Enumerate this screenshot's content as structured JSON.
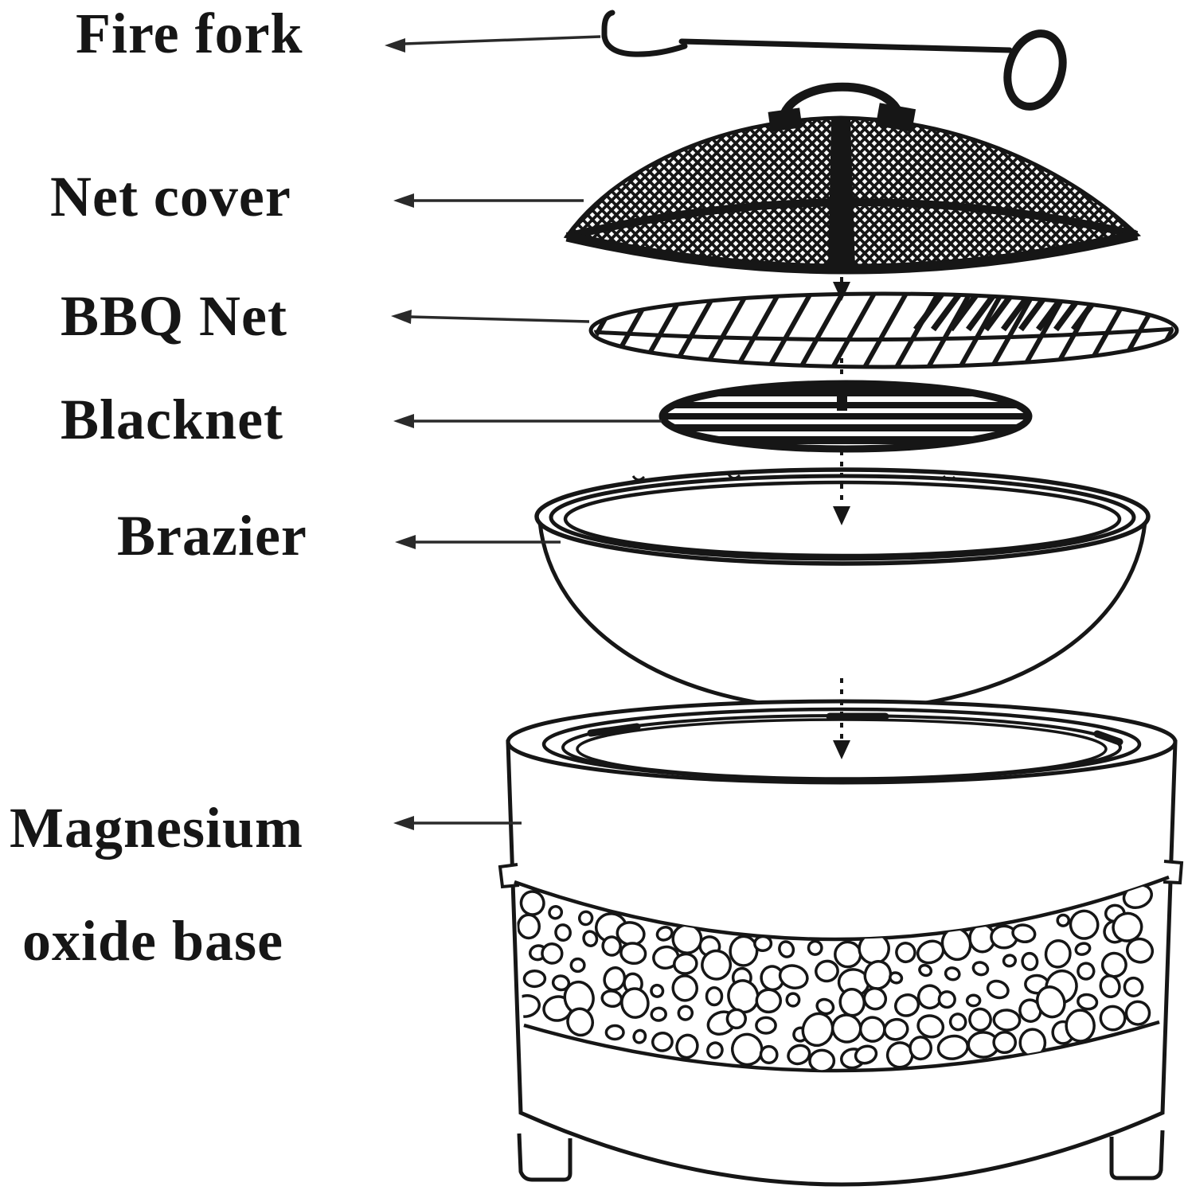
{
  "diagram": {
    "type": "exploded-parts-diagram",
    "subject": "fire pit / BBQ grill assembly",
    "colors": {
      "ink": "#161616",
      "background": "#ffffff"
    },
    "labels": [
      {
        "id": "fire-fork",
        "text": "Fire fork"
      },
      {
        "id": "net-cover",
        "text": "Net cover"
      },
      {
        "id": "bbq-net",
        "text": "BBQ Net"
      },
      {
        "id": "blacknet",
        "text": "Blacknet"
      },
      {
        "id": "brazier",
        "text": "Brazier"
      },
      {
        "id": "magnesium-oxide-base",
        "text": "Magnesium oxide base",
        "line1": "Magnesium",
        "line2": "oxide base"
      }
    ],
    "parts_order_top_to_bottom": [
      "Fire fork",
      "Net cover",
      "BBQ Net",
      "Blacknet",
      "Brazier",
      "Magnesium oxide base"
    ]
  }
}
